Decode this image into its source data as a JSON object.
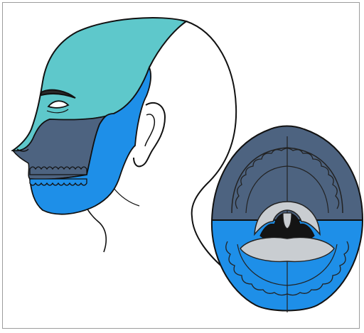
{
  "figure": {
    "subject": "sensory-innervation-head-and-oral-cavity",
    "regions": [
      {
        "id": "ophthalmic",
        "color": "#5ec8cb"
      },
      {
        "id": "maxillary",
        "color": "#4d6380"
      },
      {
        "id": "mandibular",
        "color": "#1e8fe8"
      }
    ],
    "colors": {
      "outline": "#111111",
      "background": "#ffffff",
      "frame": "#9c9c9c",
      "teeth_outline": "#222222",
      "tonsil_gray": "#c9cdd1",
      "throat_dark": "#141414"
    }
  }
}
